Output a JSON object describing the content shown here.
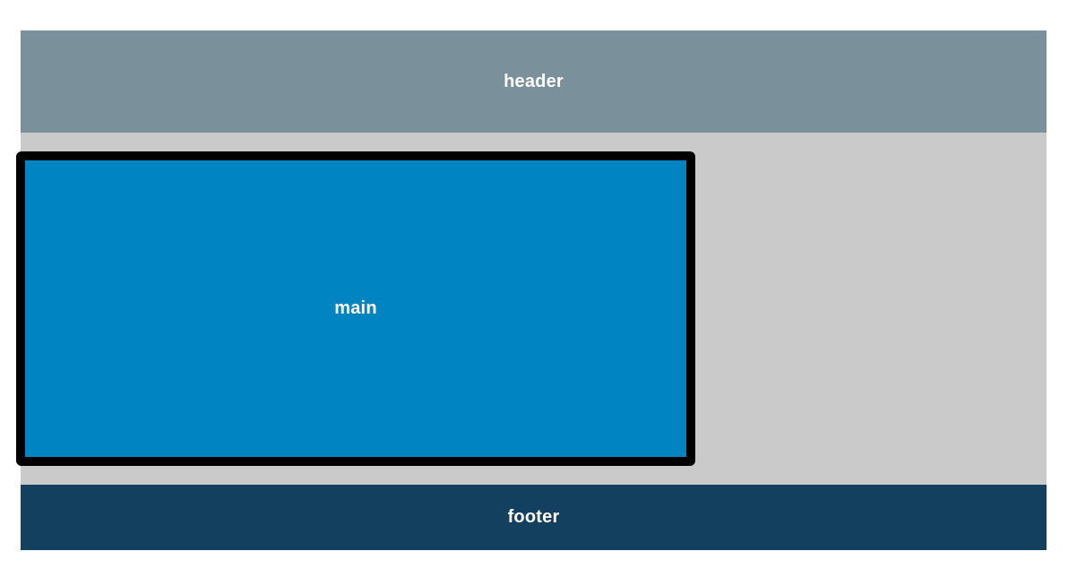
{
  "layout": {
    "header": {
      "label": "header",
      "color": "#7a909b"
    },
    "content": {
      "color": "#cacaca"
    },
    "main": {
      "label": "main",
      "color": "#0085c2",
      "border_color": "#000000"
    },
    "footer": {
      "label": "footer",
      "color": "#13405e"
    }
  }
}
